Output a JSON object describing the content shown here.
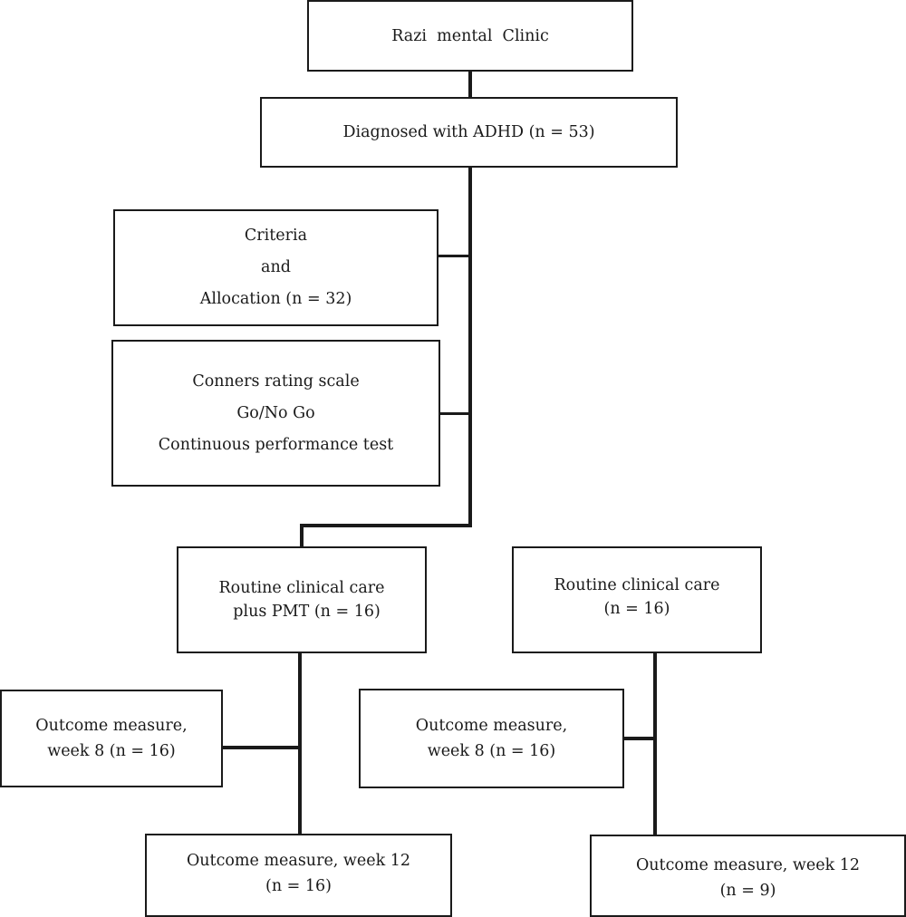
{
  "boxes": {
    "clinic": {
      "lines": [
        "Razi  mental  Clinic"
      ]
    },
    "diagnosed": {
      "lines": [
        "Diagnosed with ADHD (n = 53)"
      ]
    },
    "criteria": {
      "lines": [
        "Criteria",
        "and",
        "Allocation (n = 32)"
      ]
    },
    "measures": {
      "lines": [
        "Conners rating scale",
        "Go/No Go",
        "Continuous performance test"
      ]
    },
    "pmt_group": {
      "lines": [
        "Routine clinical care",
        "  plus PMT (n = 16)"
      ]
    },
    "routine_group": {
      "lines": [
        "Routine clinical care",
        "(n = 16)"
      ]
    },
    "pmt_week8": {
      "lines": [
        "Outcome measure,",
        "week 8 (n = 16)"
      ]
    },
    "routine_week8": {
      "lines": [
        "Outcome measure,",
        "week 8 (n = 16)"
      ]
    },
    "pmt_week12": {
      "lines": [
        "Outcome measure, week 12",
        "(n = 16)"
      ]
    },
    "routine_week12": {
      "lines": [
        "Outcome measure, week 12",
        "(n = 9)"
      ]
    }
  }
}
